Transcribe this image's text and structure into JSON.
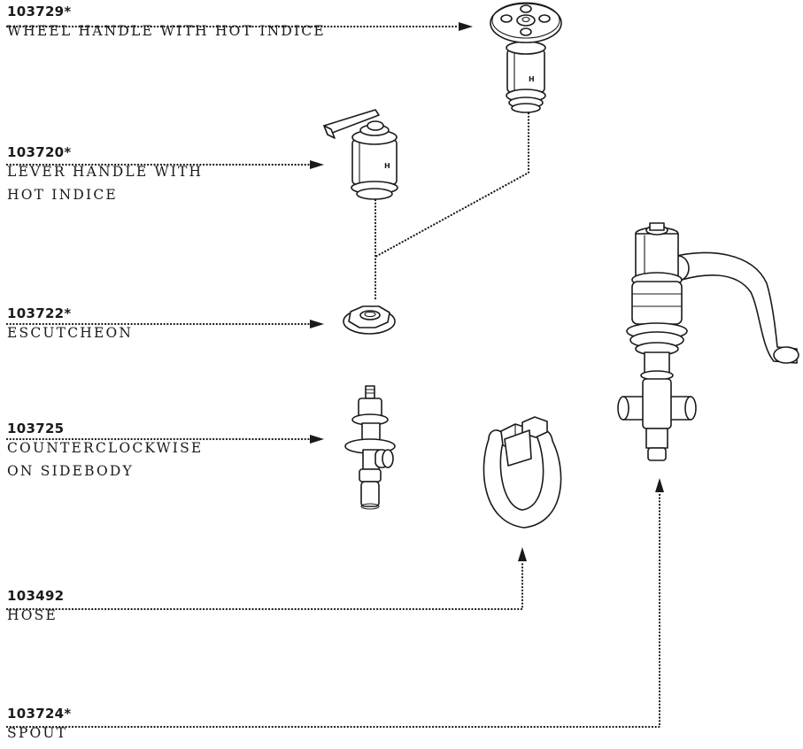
{
  "parts": [
    {
      "id": "p1",
      "number": "103729*",
      "lines": [
        "WHEEL HANDLE WITH HOT INDICE"
      ]
    },
    {
      "id": "p2",
      "number": "103720*",
      "lines": [
        "LEVER HANDLE WITH",
        "HOT INDICE"
      ]
    },
    {
      "id": "p3",
      "number": "103722*",
      "lines": [
        "ESCUTCHEON"
      ]
    },
    {
      "id": "p4",
      "number": "103725",
      "lines": [
        "COUNTERCLOCKWISE",
        "ON SIDEBODY"
      ]
    },
    {
      "id": "p5",
      "number": "103492",
      "lines": [
        "HOSE"
      ]
    },
    {
      "id": "p6",
      "number": "103724*",
      "lines": [
        "SPOUT"
      ]
    }
  ],
  "indice_letter": "H",
  "colors": {
    "line": "#1a1a1a",
    "background": "#ffffff"
  }
}
